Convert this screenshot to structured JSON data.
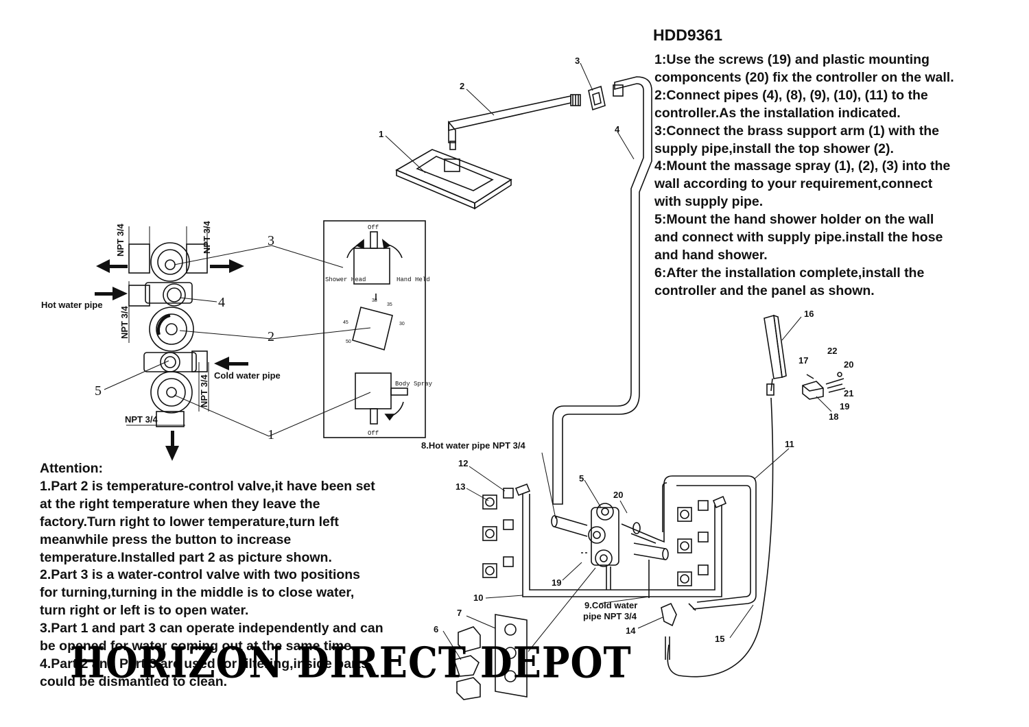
{
  "model_code": "HDD9361",
  "installation_steps": [
    "1:Use the screws (19) and plastic mounting\ncomponcents (20) fix the controller on the wall.",
    "2:Connect pipes (4), (8), (9), (10), (11) to the\ncontroller.As the installation indicated.",
    "3:Connect the brass support arm (1) with the\nsupply pipe,install the top shower (2).",
    "4:Mount the massage spray (1), (2), (3) into the\nwall according to your requirement,connect\nwith supply pipe.",
    "5:Mount the hand shower holder on the wall\nand connect with supply pipe.install the hose\nand hand shower.",
    "6:After the installation complete,install the\ncontroller and the panel as shown."
  ],
  "attention": {
    "heading": "Attention:",
    "lines": [
      "1.Part 2 is temperature-control valve,it have been set",
      "at the right temperature when they leave the",
      "factory.Turn right to lower temperature,turn left",
      "meanwhile press the button to increase",
      "temperature.Installed part 2 as picture shown.",
      "2.Part 3 is a water-control valve with two positions",
      "for turning,turning in the middle is to close water,",
      "turn right or left is to open water.",
      "3.Part 1 and part 3 can operate independently and can",
      "be opened for water coming out at the same time.",
      "4.Part 2 and Part 3 are used for filtering,inside parts",
      "could be dismantled to clean."
    ]
  },
  "watermark": "HORIZON DIRECT DEPOT",
  "valve_diagram": {
    "npt": "NPT 3/4",
    "hot_water_pipe": "Hot water pipe",
    "cold_water_pipe": "Cold water pipe",
    "callouts": [
      "3",
      "4",
      "2",
      "5",
      "1"
    ],
    "off": "Off",
    "shower_head": "Shower Head",
    "hand_held": "Hand Held",
    "body_spray": "Body Spray",
    "temps": [
      "38",
      "35",
      "45",
      "30",
      "50"
    ]
  },
  "assembly_labels": {
    "hot_pipe": "8.Hot water pipe NPT 3/4",
    "cold_pipe_1": "9.Cold water",
    "cold_pipe_2": "pipe NPT 3/4",
    "parts": [
      "1",
      "2",
      "3",
      "4",
      "5",
      "6",
      "7",
      "10",
      "11",
      "12",
      "13",
      "14",
      "15",
      "16",
      "17",
      "18",
      "19",
      "19",
      "20",
      "20",
      "21",
      "22"
    ]
  }
}
